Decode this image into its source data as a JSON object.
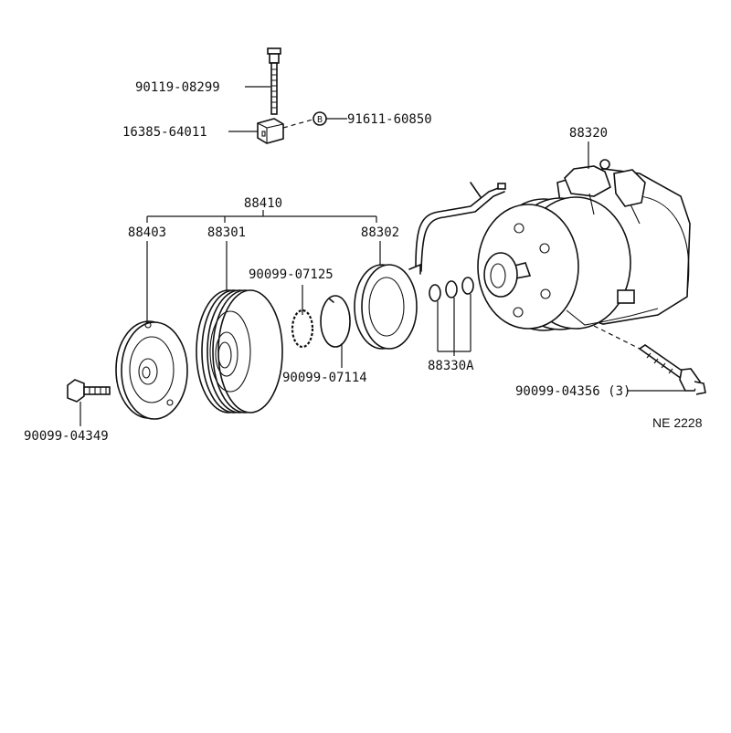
{
  "diagram": {
    "code": "NE 2228",
    "group_label": "88410",
    "parts": {
      "bolt_top": "90119-08299",
      "bracket": "16385-64011",
      "bracket_ref": "91611-60850",
      "bracket_ref_symbol": "B",
      "compressor": "88320",
      "plate": "88403",
      "pulley": "88301",
      "stator": "88302",
      "snap_ring_inner": "90099-07125",
      "snap_ring_outer": "90099-07114",
      "shims": "88330A",
      "center_bolt": "90099-04349",
      "mount_bolt": "90099-04356 (3)"
    }
  }
}
